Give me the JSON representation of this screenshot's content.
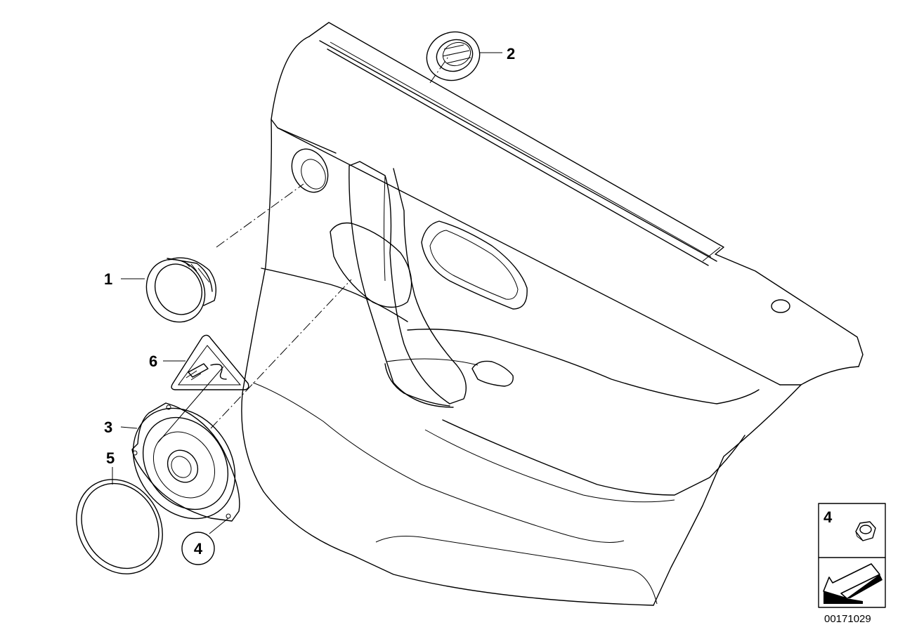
{
  "callouts": {
    "c1": "1",
    "c2": "2",
    "c3": "3",
    "c4_circled": "4",
    "c5": "5",
    "c6": "6"
  },
  "legend_box": {
    "label": "4"
  },
  "reference_number": "00171029",
  "icons": {
    "main_part": "door-trim-panel",
    "part_1": "tweeter-speaker",
    "part_2": "speaker-grille-ring",
    "part_3": "loudspeaker",
    "part_4": "hex-nut",
    "part_5": "foam-gasket-ring",
    "part_6": "warning-label-triangle",
    "legend_arrow": "arrow-icon"
  }
}
